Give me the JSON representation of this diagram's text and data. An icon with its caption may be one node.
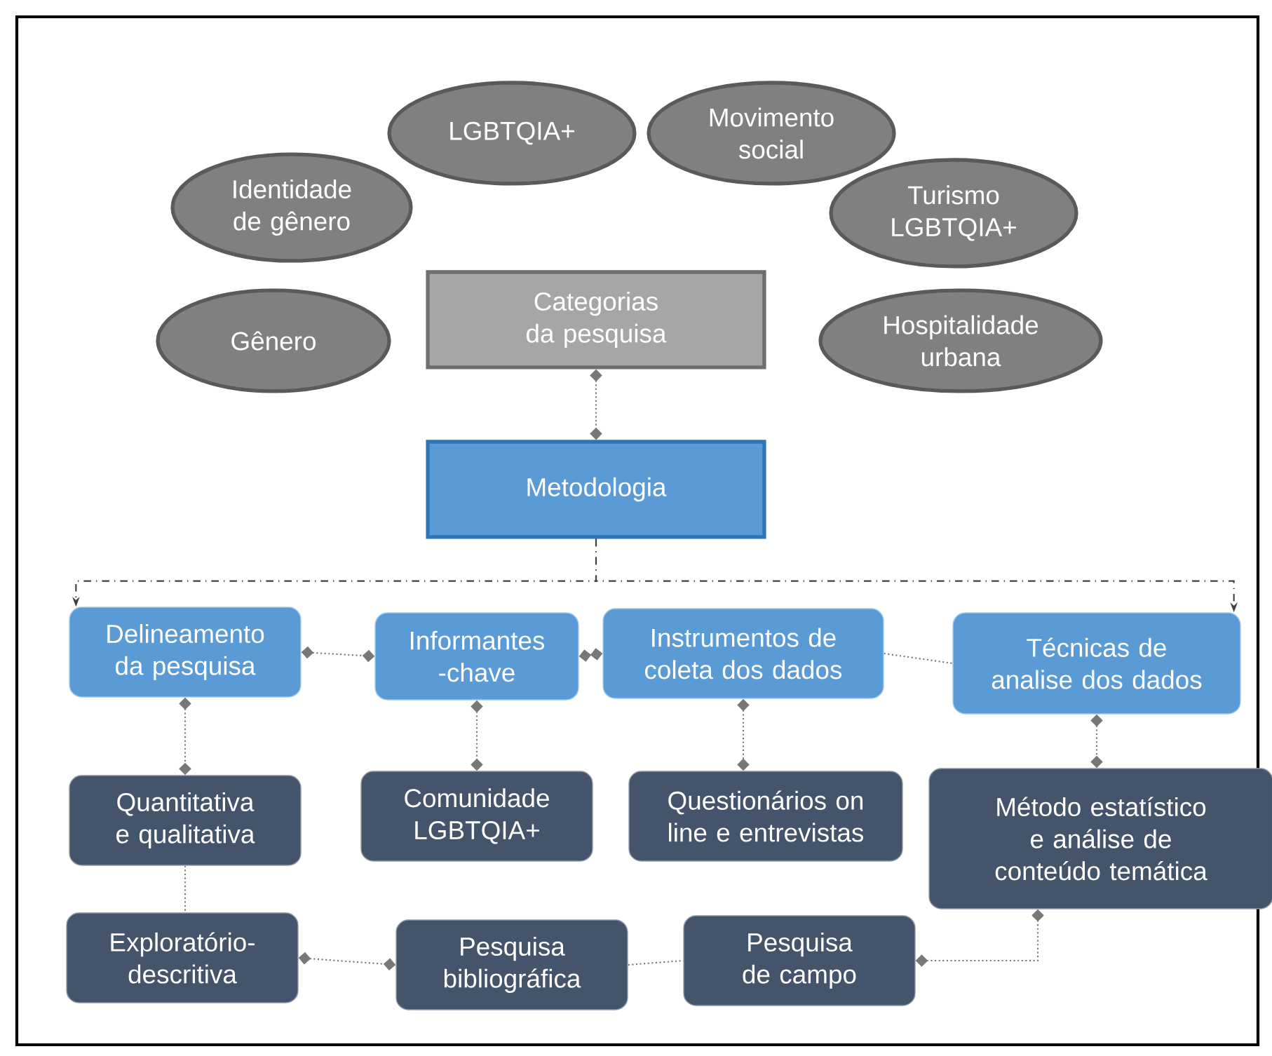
{
  "diagram": {
    "nodes": [
      {
        "text": [
          "LGBTQIA+"
        ]
      },
      {
        "text": [
          "Movimento social"
        ]
      },
      {
        "text": [
          "Identidade de gênero"
        ]
      },
      {
        "text": [
          "Turismo LGBTQIA+"
        ]
      },
      {
        "text": [
          "Gênero"
        ]
      },
      {
        "text": [
          "Categorias da pesquisa"
        ]
      },
      {
        "text": [
          "Hospitalidade urbana"
        ]
      },
      {
        "text": [
          "Metodologia"
        ]
      },
      {
        "text": [
          "Delineamento da pesquisa"
        ]
      },
      {
        "text": [
          "Informantes -chave"
        ]
      },
      {
        "text": [
          "Instrumentos de coleta dos dados"
        ]
      },
      {
        "text": [
          "Técnicas de analise dos dados"
        ]
      },
      {
        "text": [
          "Quantitativa e qualitativa"
        ]
      },
      {
        "text": [
          "Comunidade LGBTQIA+"
        ]
      },
      {
        "text": [
          "Questionários on line e entrevistas"
        ]
      },
      {
        "text": [
          "Método estatístico e análise de conteúdo temática"
        ]
      },
      {
        "text": [
          "Exploratório- descritiva"
        ]
      },
      {
        "text": [
          "Pesquisa bibliográfica"
        ]
      },
      {
        "text": [
          "Pesquisa de campo"
        ]
      }
    ],
    "edges": [
      {
        "from": 5,
        "to": 7,
        "arrow": "other"
      },
      {
        "from": 7,
        "to": 8,
        "arrow": "to",
        "style": "dashed",
        "color": "#404040"
      },
      {
        "from": 7,
        "to": 11,
        "arrow": "to",
        "style": "dashed",
        "color": "#404040"
      },
      {
        "from": 8,
        "to": 9,
        "arrow": "other"
      },
      {
        "from": 10,
        "to": 9,
        "arrow": "other"
      },
      {
        "from": 10,
        "to": 11,
        "arrow": "none"
      },
      {
        "from": 8,
        "to": 12,
        "arrow": "other"
      },
      {
        "from": 9,
        "to": 13,
        "arrow": "other"
      },
      {
        "from": 10,
        "to": 14,
        "arrow": "other"
      },
      {
        "from": 11,
        "to": 15,
        "arrow": "other"
      },
      {
        "from": 12,
        "to": 16,
        "arrow": "none"
      },
      {
        "from": 16,
        "to": 17,
        "arrow": "other"
      },
      {
        "from": 17,
        "to": 18,
        "arrow": "none"
      },
      {
        "from": 18,
        "to": 15,
        "arrow": "other"
      }
    ]
  }
}
